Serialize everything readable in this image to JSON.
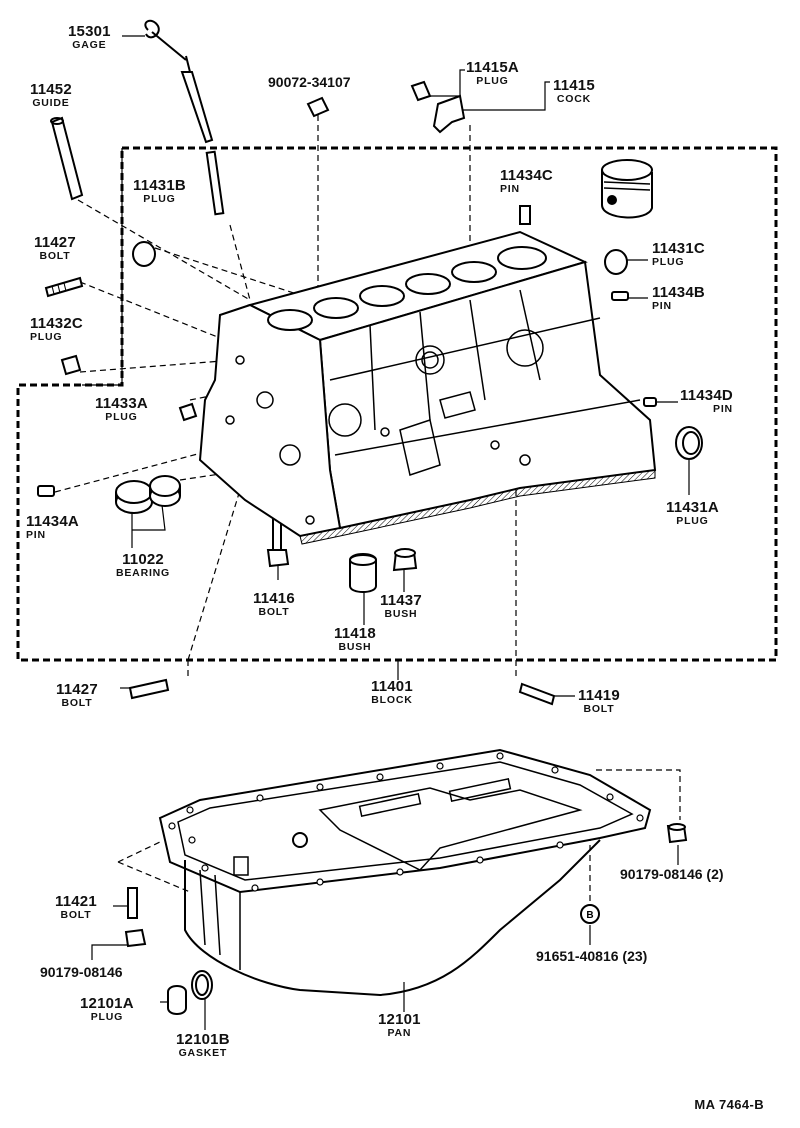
{
  "parts": [
    {
      "id": "gage",
      "number": "15301",
      "name": "GAGE"
    },
    {
      "id": "guide",
      "number": "11452",
      "name": "GUIDE"
    },
    {
      "id": "bolt-top",
      "number": "90072-34107",
      "name": ""
    },
    {
      "id": "plug-15a",
      "number": "11415A",
      "name": "PLUG"
    },
    {
      "id": "cock",
      "number": "11415",
      "name": "COCK"
    },
    {
      "id": "plug-31b",
      "number": "11431B",
      "name": "PLUG"
    },
    {
      "id": "pin-34c",
      "number": "11434C",
      "name": "PIN"
    },
    {
      "id": "bolt-27a",
      "number": "11427",
      "name": "BOLT"
    },
    {
      "id": "plug-31c",
      "number": "11431C",
      "name": "PLUG"
    },
    {
      "id": "pin-34b",
      "number": "11434B",
      "name": "PIN"
    },
    {
      "id": "plug-32c",
      "number": "11432C",
      "name": "PLUG"
    },
    {
      "id": "plug-33a",
      "number": "11433A",
      "name": "PLUG"
    },
    {
      "id": "pin-34d",
      "number": "11434D",
      "name": "PIN"
    },
    {
      "id": "pin-34a",
      "number": "11434A",
      "name": "PIN"
    },
    {
      "id": "plug-31a",
      "number": "11431A",
      "name": "PLUG"
    },
    {
      "id": "bearing",
      "number": "11022",
      "name": "BEARING"
    },
    {
      "id": "bolt-16",
      "number": "11416",
      "name": "BOLT"
    },
    {
      "id": "bush-37",
      "number": "11437",
      "name": "BUSH"
    },
    {
      "id": "bush-18",
      "number": "11418",
      "name": "BUSH"
    },
    {
      "id": "bolt-27b",
      "number": "11427",
      "name": "BOLT"
    },
    {
      "id": "block",
      "number": "11401",
      "name": "BLOCK"
    },
    {
      "id": "bolt-19",
      "number": "11419",
      "name": "BOLT"
    },
    {
      "id": "bolt-21",
      "number": "11421",
      "name": "BOLT"
    },
    {
      "id": "bolt-90179a",
      "number": "90179-08146 (2)",
      "name": ""
    },
    {
      "id": "bolt-90179b",
      "number": "90179-08146",
      "name": ""
    },
    {
      "id": "nut-91651",
      "number": "91651-40816 (23)",
      "name": ""
    },
    {
      "id": "plug-12101a",
      "number": "12101A",
      "name": "PLUG"
    },
    {
      "id": "pan",
      "number": "12101",
      "name": "PAN"
    },
    {
      "id": "gasket",
      "number": "12101B",
      "name": "GASKET"
    }
  ],
  "drawing_code": "MA 7464-B",
  "marker_letter": "B"
}
